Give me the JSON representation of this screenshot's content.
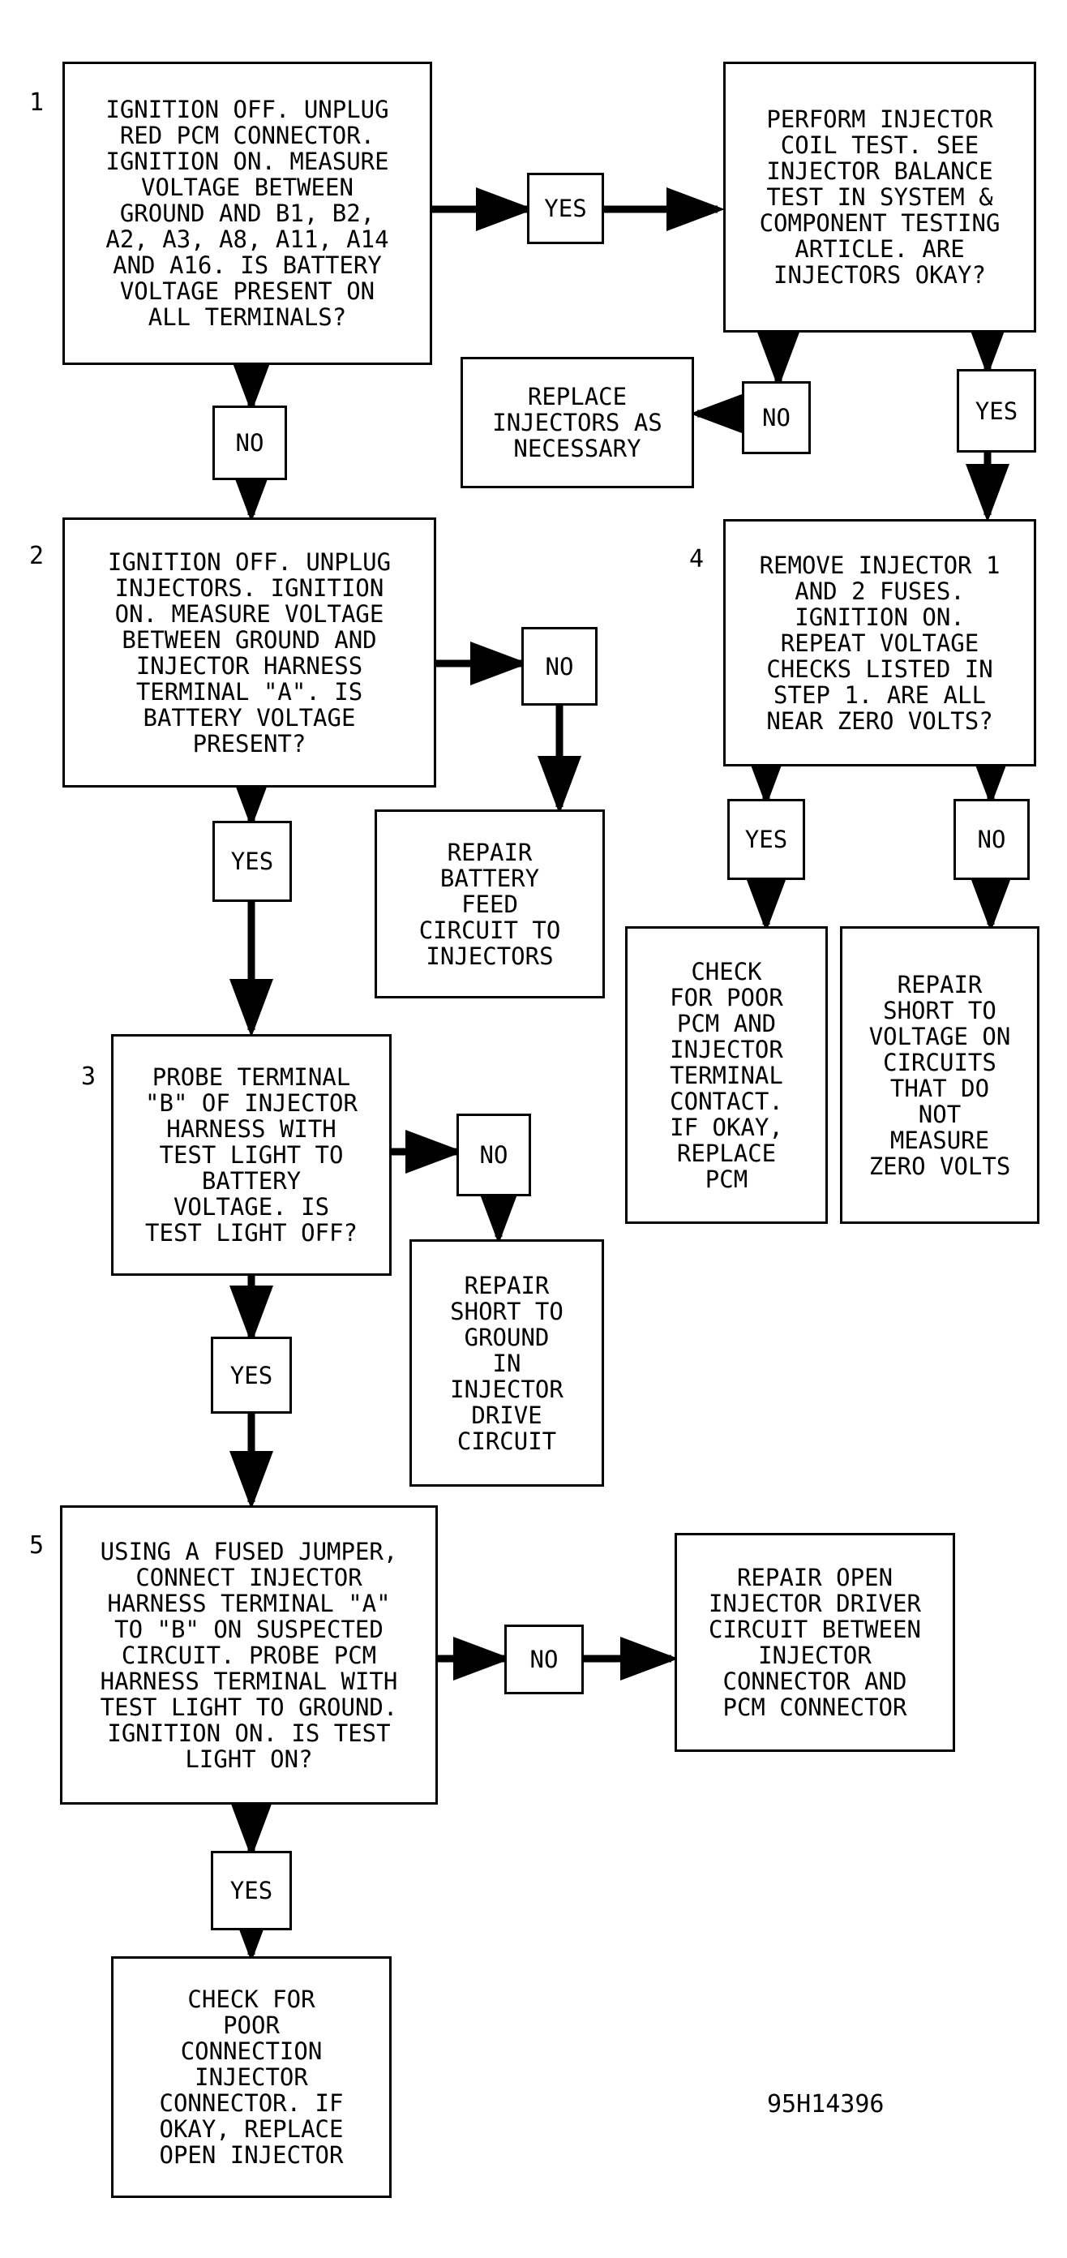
{
  "steps": {
    "s1": {
      "num": "1",
      "text": "IGNITION OFF. UNPLUG\nRED PCM CONNECTOR.\nIGNITION ON. MEASURE\nVOLTAGE BETWEEN\nGROUND AND B1, B2,\nA2, A3, A8, A11, A14\nAND A16. IS BATTERY\nVOLTAGE PRESENT ON\nALL TERMINALS?"
    },
    "s2": {
      "num": "2",
      "text": "IGNITION OFF. UNPLUG\nINJECTORS. IGNITION\nON. MEASURE VOLTAGE\nBETWEEN GROUND AND\nINJECTOR HARNESS\nTERMINAL \"A\". IS\nBATTERY VOLTAGE\nPRESENT?"
    },
    "s3": {
      "num": "3",
      "text": "PROBE TERMINAL\n\"B\" OF INJECTOR\nHARNESS WITH\nTEST LIGHT TO\nBATTERY\nVOLTAGE. IS\nTEST LIGHT OFF?"
    },
    "s4": {
      "num": "4",
      "text": "REMOVE INJECTOR 1\nAND 2 FUSES.\nIGNITION ON.\nREPEAT VOLTAGE\nCHECKS LISTED IN\nSTEP 1. ARE ALL\nNEAR ZERO VOLTS?"
    },
    "s5": {
      "num": "5",
      "text": "USING A FUSED JUMPER,\nCONNECT INJECTOR\nHARNESS TERMINAL \"A\"\nTO \"B\" ON SUSPECTED\nCIRCUIT. PROBE PCM\nHARNESS TERMINAL WITH\nTEST LIGHT TO GROUND.\nIGNITION ON. IS TEST\nLIGHT ON?"
    }
  },
  "results": {
    "coil_test": "PERFORM INJECTOR\nCOIL TEST. SEE\nINJECTOR BALANCE\nTEST IN SYSTEM &\nCOMPONENT TESTING\nARTICLE. ARE\nINJECTORS OKAY?",
    "replace_injectors": "REPLACE\nINJECTORS AS\nNECESSARY",
    "repair_battery_feed": "REPAIR\nBATTERY\nFEED\nCIRCUIT TO\nINJECTORS",
    "repair_short_ground": "REPAIR\nSHORT TO\nGROUND\nIN\nINJECTOR\nDRIVE\nCIRCUIT",
    "check_poor_pcm": "CHECK\nFOR POOR\nPCM AND\nINJECTOR\nTERMINAL\nCONTACT.\nIF OKAY,\nREPLACE\nPCM",
    "repair_short_voltage": "REPAIR\nSHORT TO\nVOLTAGE ON\nCIRCUITS\nTHAT DO\nNOT\nMEASURE\nZERO VOLTS",
    "repair_open_driver": "REPAIR OPEN\nINJECTOR DRIVER\nCIRCUIT BETWEEN\nINJECTOR\nCONNECTOR AND\nPCM CONNECTOR",
    "check_poor_connection": "CHECK FOR\nPOOR\nCONNECTION\nINJECTOR\nCONNECTOR. IF\nOKAY, REPLACE\nOPEN INJECTOR"
  },
  "labels": {
    "yes": "YES",
    "no": "NO"
  },
  "figure_code": "95H14396",
  "colors": {
    "line": "#000000",
    "background": "#ffffff"
  }
}
